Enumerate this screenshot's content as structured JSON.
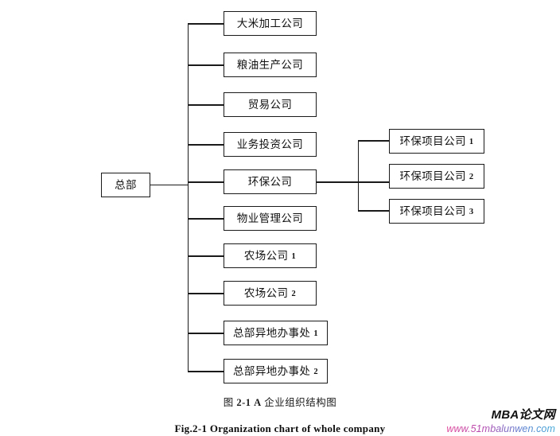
{
  "chart_data": {
    "type": "diagram",
    "diagram_kind": "organization-chart",
    "title_cn": "图 2-1 A 企业组织结构图",
    "title_en": "Fig.2-1 Organization chart of whole company",
    "root": {
      "label": "总部"
    },
    "level1": [
      {
        "label": "大米加工公司",
        "index": ""
      },
      {
        "label": "粮油生产公司",
        "index": ""
      },
      {
        "label": "贸易公司",
        "index": ""
      },
      {
        "label": "业务投资公司",
        "index": ""
      },
      {
        "label": "环保公司",
        "index": ""
      },
      {
        "label": "物业管理公司",
        "index": ""
      },
      {
        "label": "农场公司",
        "index": "1"
      },
      {
        "label": "农场公司",
        "index": "2"
      },
      {
        "label": "总部异地办事处",
        "index": "1"
      },
      {
        "label": "总部异地办事处",
        "index": "2"
      }
    ],
    "level2_parent": "环保公司",
    "level2": [
      {
        "label": "环保项目公司",
        "index": "1"
      },
      {
        "label": "环保项目公司",
        "index": "2"
      },
      {
        "label": "环保项目公司",
        "index": "3"
      }
    ],
    "colors": {
      "line": "#1a1a1a",
      "box_border": "#1a1a1a",
      "box_fill": "#ffffff",
      "text": "#111111",
      "background": "#ffffff"
    }
  },
  "caption": {
    "cn_prefix": "图 ",
    "cn_number": "2-1 A",
    "cn_suffix": " 企业组织结构图",
    "cn_full": "图 2-1 A 企业组织结构图",
    "en": "Fig.2-1 Organization chart of whole company"
  },
  "watermark": {
    "title": "MBA论文网",
    "url": "www.51mbalunwen.com"
  }
}
